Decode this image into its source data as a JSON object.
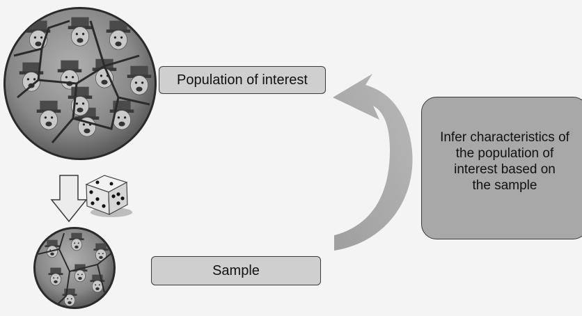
{
  "labels": {
    "population": "Population of interest",
    "sample": "Sample"
  },
  "infer_lines": [
    "Infer characteristics of",
    "the population of",
    "interest based on",
    "the sample"
  ],
  "icons": {
    "population_globe": "globe-of-people-icon",
    "sample_globe": "small-globe-of-people-icon",
    "down_arrow": "down-arrow-icon",
    "dice": "dice-icon",
    "curved_arrow": "curved-arrow-icon"
  },
  "colors": {
    "background": "#f4f4f4",
    "label_fill": "#cfcfcf",
    "infer_fill": "#a8a8a8",
    "arrow_fill": "#a7a7a7",
    "globe_fill": "#8a8a8a",
    "border": "#3a3a3a"
  }
}
